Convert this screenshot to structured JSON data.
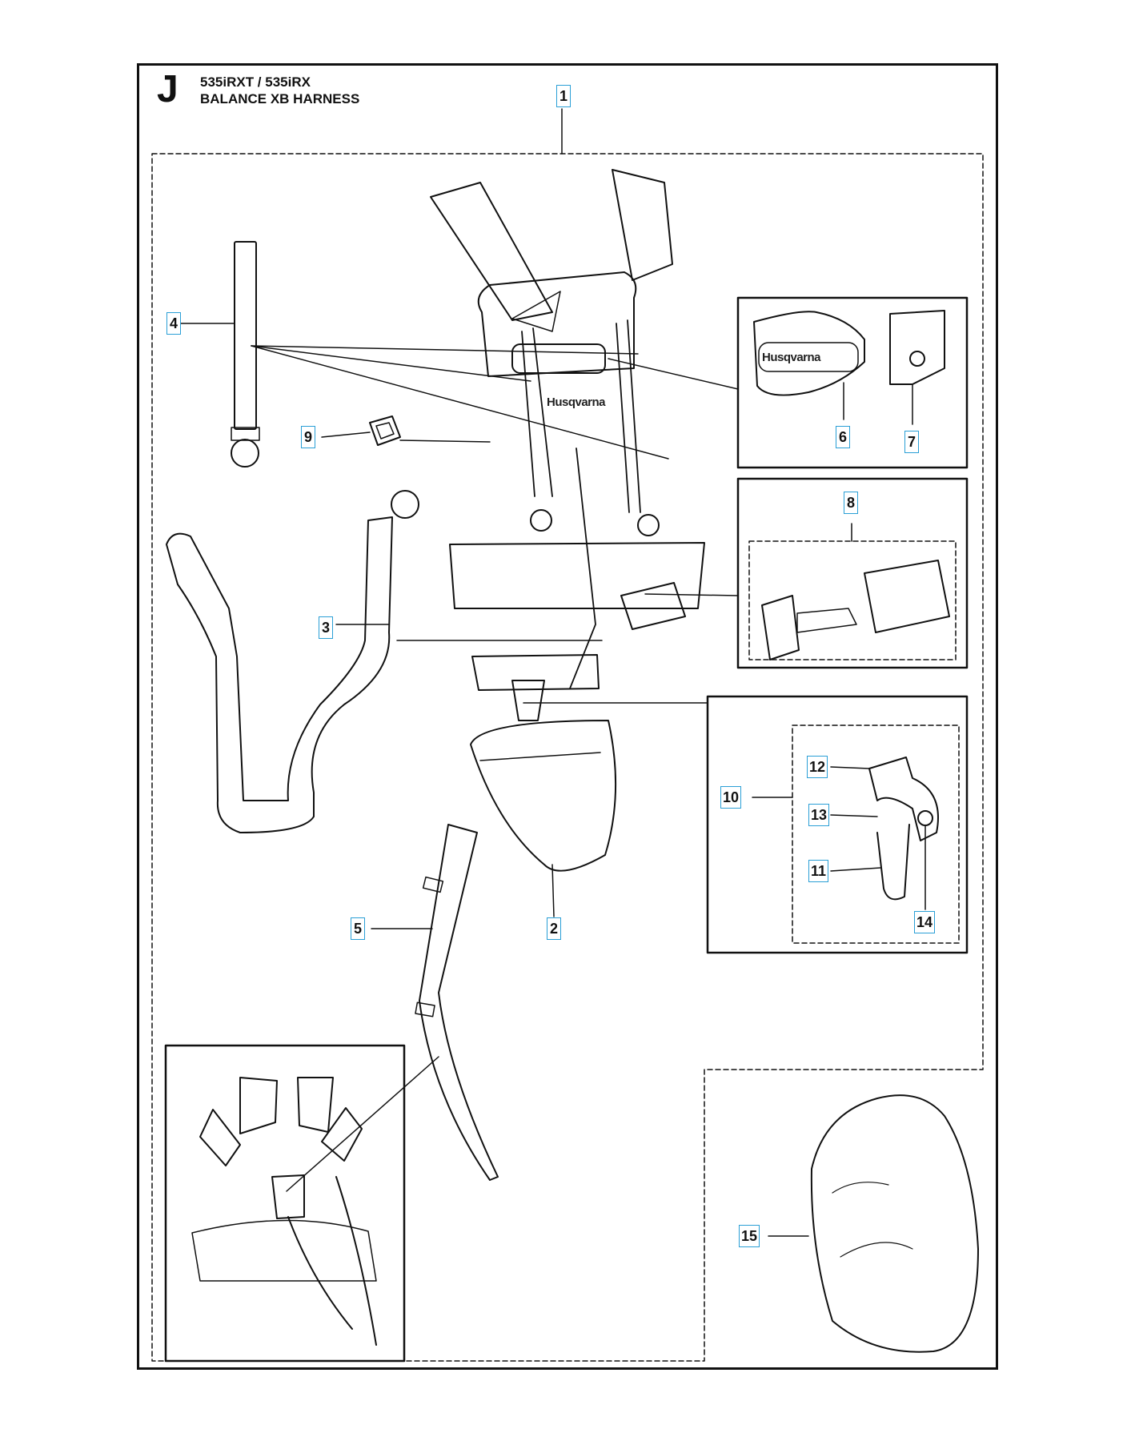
{
  "section": {
    "letter": "J",
    "model": "535iRXT / 535iRX",
    "name": "BALANCE XB HARNESS"
  },
  "brand_logo_text": "Husqvarna",
  "callouts": [
    {
      "id": "1",
      "label": "1"
    },
    {
      "id": "2",
      "label": "2"
    },
    {
      "id": "3",
      "label": "3"
    },
    {
      "id": "4",
      "label": "4"
    },
    {
      "id": "5",
      "label": "5"
    },
    {
      "id": "6",
      "label": "6"
    },
    {
      "id": "7",
      "label": "7"
    },
    {
      "id": "8",
      "label": "8"
    },
    {
      "id": "9",
      "label": "9"
    },
    {
      "id": "10",
      "label": "10"
    },
    {
      "id": "11",
      "label": "11"
    },
    {
      "id": "12",
      "label": "12"
    },
    {
      "id": "13",
      "label": "13"
    },
    {
      "id": "14",
      "label": "14"
    },
    {
      "id": "15",
      "label": "15"
    }
  ],
  "colors": {
    "callout_border": "#2a9fd6",
    "line": "#111111"
  }
}
